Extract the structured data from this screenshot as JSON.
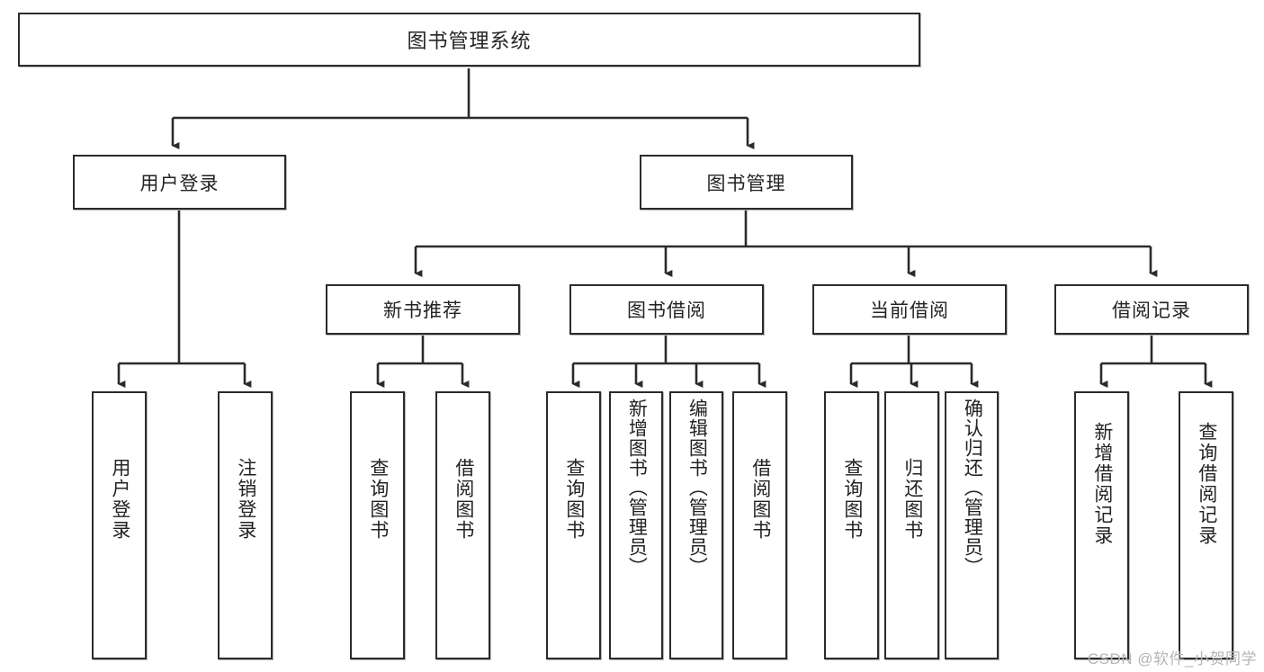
{
  "diagram": {
    "type": "tree",
    "title_text": "图书管理系统",
    "watermark": "CSDN @软件_小贺同学",
    "colors": {
      "background": "#ffffff",
      "box_border": "#2b2b2b",
      "box_fill": "#ffffff",
      "edge": "#2b2b2b",
      "text": "#232323",
      "watermark": "#b5b5b5"
    },
    "nodes": {
      "root": {
        "label": "图书管理系统",
        "orientation": "horizontal"
      },
      "level2": [
        {
          "id": "user-login",
          "label": "用户登录",
          "orientation": "horizontal"
        },
        {
          "id": "book-manage",
          "label": "图书管理",
          "orientation": "horizontal"
        }
      ],
      "level3": [
        {
          "id": "new-book-recommend",
          "label": "新书推荐",
          "orientation": "horizontal"
        },
        {
          "id": "book-borrow",
          "label": "图书借阅",
          "orientation": "horizontal"
        },
        {
          "id": "current-borrow",
          "label": "当前借阅",
          "orientation": "horizontal"
        },
        {
          "id": "borrow-record",
          "label": "借阅记录",
          "orientation": "horizontal"
        }
      ],
      "leaves": [
        {
          "id": "leaf-user-login",
          "label": "用户登录",
          "parent": "user-login",
          "orientation": "vertical"
        },
        {
          "id": "leaf-user-logout",
          "label": "注销登录",
          "parent": "user-login",
          "orientation": "vertical"
        },
        {
          "id": "leaf-query-book-1",
          "label": "查询图书",
          "parent": "new-book-recommend",
          "orientation": "vertical"
        },
        {
          "id": "leaf-borrow-book-1",
          "label": "借阅图书",
          "parent": "new-book-recommend",
          "orientation": "vertical"
        },
        {
          "id": "leaf-query-book-2",
          "label": "查询图书",
          "parent": "book-borrow",
          "orientation": "vertical"
        },
        {
          "id": "leaf-add-book",
          "label": "新增图书（管理员）",
          "parent": "book-borrow",
          "orientation": "vertical"
        },
        {
          "id": "leaf-edit-book",
          "label": "编辑图书（管理员）",
          "parent": "book-borrow",
          "orientation": "vertical"
        },
        {
          "id": "leaf-borrow-book-2",
          "label": "借阅图书",
          "parent": "book-borrow",
          "orientation": "vertical"
        },
        {
          "id": "leaf-query-book-3",
          "label": "查询图书",
          "parent": "current-borrow",
          "orientation": "vertical"
        },
        {
          "id": "leaf-return-book",
          "label": "归还图书",
          "parent": "current-borrow",
          "orientation": "vertical"
        },
        {
          "id": "leaf-confirm-return",
          "label": "确认归还（管理员）",
          "parent": "current-borrow",
          "orientation": "vertical"
        },
        {
          "id": "leaf-add-record",
          "label": "新增借阅记录",
          "parent": "borrow-record",
          "orientation": "vertical"
        },
        {
          "id": "leaf-query-record",
          "label": "查询借阅记录",
          "parent": "borrow-record",
          "orientation": "vertical"
        }
      ]
    },
    "edges": [
      {
        "from": "root",
        "to": "user-login"
      },
      {
        "from": "root",
        "to": "book-manage"
      },
      {
        "from": "book-manage",
        "to": "new-book-recommend"
      },
      {
        "from": "book-manage",
        "to": "book-borrow"
      },
      {
        "from": "book-manage",
        "to": "current-borrow"
      },
      {
        "from": "book-manage",
        "to": "borrow-record"
      },
      {
        "from": "user-login",
        "to": "leaf-user-login"
      },
      {
        "from": "user-login",
        "to": "leaf-user-logout"
      },
      {
        "from": "new-book-recommend",
        "to": "leaf-query-book-1"
      },
      {
        "from": "new-book-recommend",
        "to": "leaf-borrow-book-1"
      },
      {
        "from": "book-borrow",
        "to": "leaf-query-book-2"
      },
      {
        "from": "book-borrow",
        "to": "leaf-add-book"
      },
      {
        "from": "book-borrow",
        "to": "leaf-edit-book"
      },
      {
        "from": "book-borrow",
        "to": "leaf-borrow-book-2"
      },
      {
        "from": "current-borrow",
        "to": "leaf-query-book-3"
      },
      {
        "from": "current-borrow",
        "to": "leaf-return-book"
      },
      {
        "from": "current-borrow",
        "to": "leaf-confirm-return"
      },
      {
        "from": "borrow-record",
        "to": "leaf-add-record"
      },
      {
        "from": "borrow-record",
        "to": "leaf-query-record"
      }
    ]
  }
}
